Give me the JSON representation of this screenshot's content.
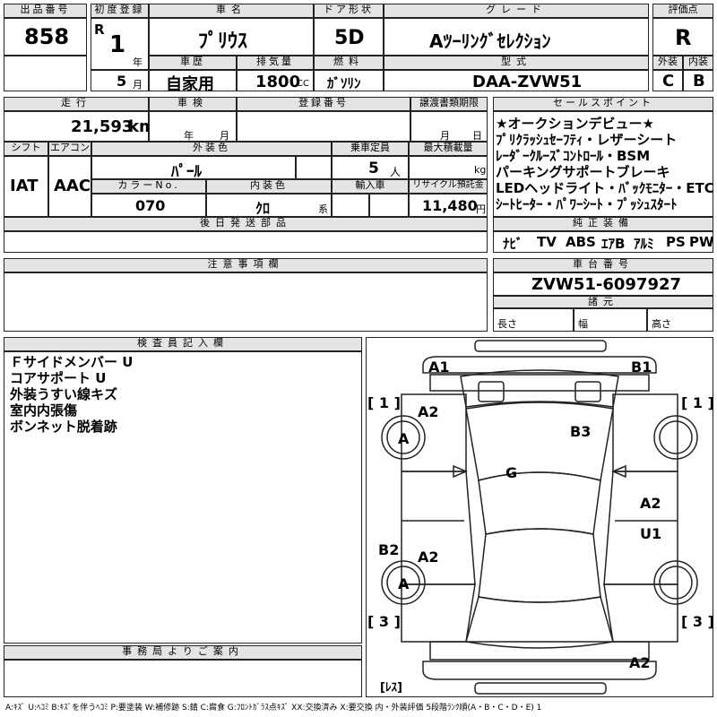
{
  "header": {
    "lot_no_label": "出品番号",
    "lot_no": "858",
    "first_reg_label": "初度登録",
    "era_mark": "R",
    "reg_year": "1",
    "year_unit": "年",
    "reg_month": "5",
    "month_unit": "月",
    "car_name_label": "車名",
    "car_name": "ﾌﾟﾘｳｽ",
    "door_label": "ドア形状",
    "door": "5D",
    "grade_label": "グレード",
    "grade": "Aﾂｰﾘﾝｸﾞｾﾚｸｼｮﾝ",
    "score_label": "評価点",
    "score": "R",
    "history_label": "車歴",
    "history": "自家用",
    "displacement_label": "排気量",
    "displacement": "1800",
    "displacement_unit": "CC",
    "fuel_label": "燃料",
    "fuel": "ｶﾞｿﾘﾝ",
    "model_label": "型式",
    "model": "DAA-ZVW51",
    "exterior_label": "外装",
    "exterior": "C",
    "interior_label": "内装",
    "interior": "B"
  },
  "row2": {
    "mileage_label": "走行",
    "mileage": "21,593",
    "mileage_unit": "km",
    "inspection_label": "車検",
    "inspection_year_unit": "年",
    "inspection_month_unit": "月",
    "reg_no_label": "登録番号",
    "transfer_label": "譲渡書類期限",
    "transfer_month_unit": "月",
    "transfer_day_unit": "日",
    "shift_label": "シフト",
    "shift": "IAT",
    "ac_label": "エアコン",
    "ac": "AAC",
    "color_label": "外装色",
    "color": "ﾊﾟｰﾙ",
    "capacity_label": "乗車定員",
    "capacity": "5",
    "capacity_unit": "人",
    "max_load_label": "最大積載量",
    "max_load_unit": "kg",
    "color_no_label": "カラーNo.",
    "color_no": "070",
    "int_color_label": "内装色",
    "int_color": "ｸﾛ",
    "int_color_unit": "系",
    "import_label": "輸入車",
    "recycle_label": "リサイクル預託金",
    "recycle": "11,480",
    "recycle_unit": "円",
    "later_parts_label": "後日発送部品"
  },
  "sales_points": {
    "label": "セールスポイント",
    "items": [
      "★オークションデビュー★",
      "ﾌﾟﾘｸﾗｯｼｭｾｰﾌﾃｨ・レザーシート",
      "ﾚｰﾀﾞｰｸﾙｰｽﾞｺﾝﾄﾛｰﾙ・BSM",
      "パーキングサポートブレーキ",
      "LEDヘッドライト・ﾊﾞｯｸﾓﾆﾀｰ・ETC",
      "ｼｰﾄﾋｰﾀｰ・ﾊﾟﾜｰｼｰﾄ・ﾌﾟｯｼｭｽﾀｰﾄ"
    ]
  },
  "equipment": {
    "label": "純正装備",
    "items": [
      "ﾅﾋﾞ",
      "TV",
      "ABS",
      "ｴｱB",
      "ｱﾙﾐ",
      "PS",
      "PW"
    ]
  },
  "notes": {
    "label": "注意事項欄"
  },
  "chassis": {
    "label": "車台番号",
    "number": "ZVW51-6097927",
    "spec_label": "諸元",
    "length_label": "長さ",
    "width_label": "幅",
    "height_label": "高さ"
  },
  "inspector": {
    "label": "検査員記入欄",
    "lines": [
      "Ｆサイドメンバー U",
      "コアサポート U",
      "外装うすい線キズ",
      "室内内張傷",
      "ボンネット脱着跡"
    ]
  },
  "office": {
    "label": "事務局よりご案内"
  },
  "diagram": {
    "labels": {
      "a1": "A1",
      "b1": "B1",
      "front_left_num": "[ 1 ]",
      "front_right_num": "[ 1 ]",
      "a2_front_left": "A2",
      "b3": "B3",
      "wheel_fl": "A",
      "g": "G",
      "a2_right_mid": "A2",
      "u1": "U1",
      "b2": "B2",
      "a2_left_rear": "A2",
      "wheel_rl": "A",
      "rear_left_num": "[ 3 ]",
      "rear_right_num": "[ 3 ]",
      "a2_rear": "A2",
      "less": "[ﾚｽ]"
    }
  },
  "legend": "A:ｷｽﾞ U:ﾍｺﾐ B:ｷｽﾞを伴うﾍｺﾐ P:要塗装 W:補修跡 S:錆 C:腐食 G:ﾌﾛﾝﾄｶﾞﾗｽ点ｷｽﾞ XX:交換済み X:要交換 内・外装評価 5段階ﾗﾝｸ順(A・B・C・D・E) 1"
}
